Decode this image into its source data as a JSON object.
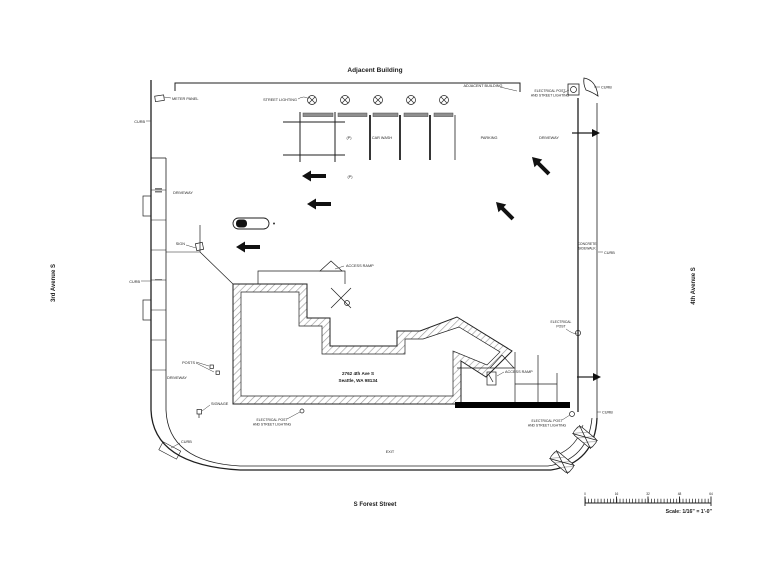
{
  "title": {
    "top_building": "Adjacent Building"
  },
  "streets": {
    "left": "3rd Avenue S",
    "right": "4th Avenue S",
    "bottom": "S Forest Street"
  },
  "building": {
    "address": [
      "2762 4th Ave S",
      "Seattle, WA 98134"
    ]
  },
  "scale_bar": {
    "label": "Scale: 1/16\" = 1'-0\"",
    "ticks": [
      "0",
      "16",
      "32",
      "48",
      "64"
    ]
  },
  "labels": {
    "adjacent_building": "ADJACENT BUILDING",
    "electrical_post_lighting": [
      "ELECTRICAL POST",
      "AND STREET LIGHTING"
    ],
    "electrical_post": [
      "ELECTRICAL",
      "POST"
    ],
    "concrete_sidewalk": [
      "CONCRETE",
      "SIDEWALK"
    ],
    "curb": "CURB",
    "street_lighting": "STREET LIGHTING",
    "meter_panel": "METER PANEL",
    "sign": "SIGN",
    "car_wash": "CAR WASH",
    "parking": "PARKING",
    "p_marker": "(P)",
    "driveway": "DRIVEWAY",
    "access_ramp": "ACCESS RAMP",
    "posts": "POSTS",
    "signage": "SIGNAGE",
    "exit": "EXIT"
  },
  "colors": {
    "ink": "#1f1f1f",
    "hatch": "#9a9a9a",
    "stall_bar": "#8f8f8f"
  }
}
